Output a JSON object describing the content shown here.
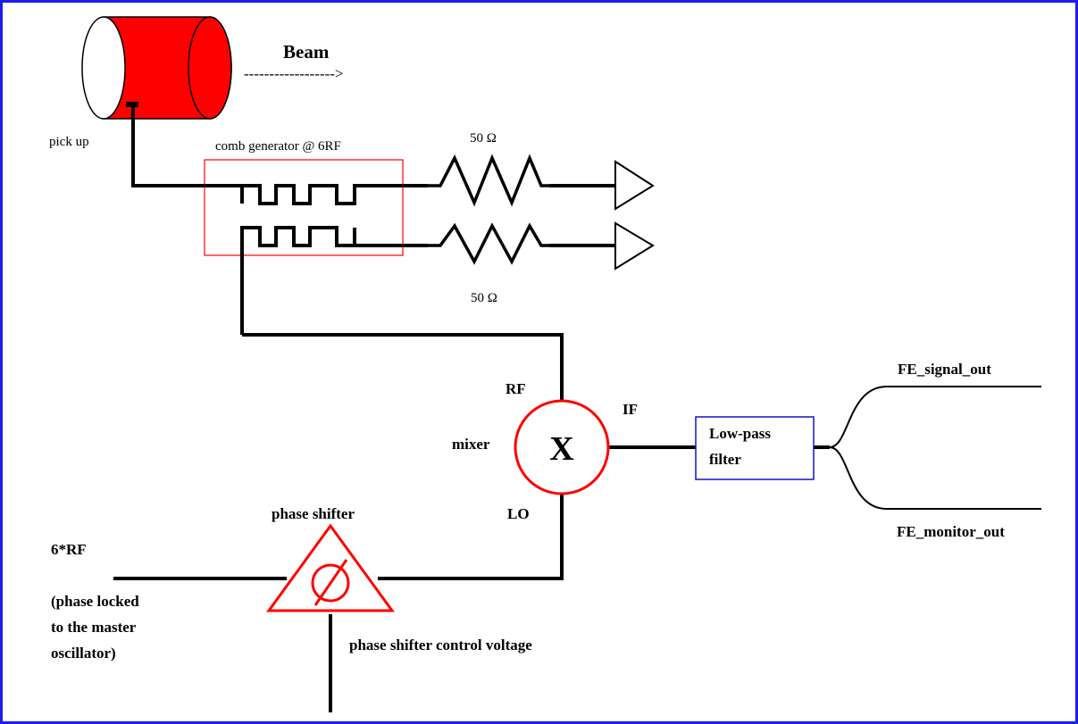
{
  "diagram": {
    "beam": {
      "label": "Beam",
      "arrow": "------------------>"
    },
    "pickup": {
      "label": "pick up"
    },
    "comb": {
      "label": "comb generator @ 6RF"
    },
    "resistors": {
      "top": "50 Ω",
      "bottom": "50 Ω"
    },
    "mixer": {
      "label": "mixer",
      "symbol": "X",
      "port_rf": "RF",
      "port_lo": "LO",
      "port_if": "IF"
    },
    "filter": {
      "line1": "Low-pass",
      "line2": "filter"
    },
    "outputs": {
      "signal": "FE_signal_out",
      "monitor": "FE_monitor_out"
    },
    "phase_shifter": {
      "label": "phase shifter",
      "symbol": "∅",
      "control": "phase shifter control voltage"
    },
    "source": {
      "label": "6*RF",
      "note_lines": [
        "(phase locked",
        "to the master",
        "oscillator)"
      ]
    },
    "colors": {
      "accent_red": "#ff0000",
      "frame_blue": "#1d1df0",
      "filter_blue": "#1414c8"
    }
  }
}
